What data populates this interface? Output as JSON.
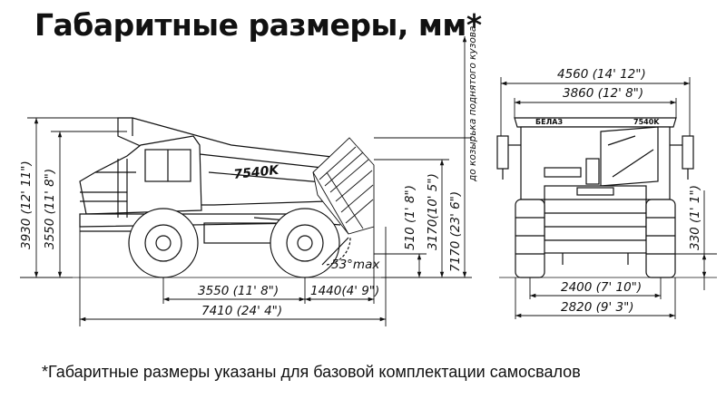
{
  "title": "Габаритные размеры, мм*",
  "footnote": "*Габаритные размеры указаны для базовой комплектации самосвалов",
  "side_view": {
    "model_label": "7540K",
    "dimensions": {
      "overall_height": "3930 (12' 11\")",
      "cab_height": "3550 (11' 8\")",
      "wheelbase": "3550 (11' 8\")",
      "rear_overhang": "1440(4' 9\")",
      "overall_length": "7410 (24' 4\")",
      "ground_clearance_rear": "510 (1' 8\")",
      "body_height": "3170(10' 5\")",
      "raised_body_height": "7170 (23' 6\")",
      "raised_body_note": "до козырька поднятого кузова",
      "dump_angle": "53°max"
    }
  },
  "front_view": {
    "brand_label": "БЕЛАЗ",
    "model_label": "7540K",
    "dimensions": {
      "overall_width": "4560 (14' 12\")",
      "body_width": "3860 (12' 8\")",
      "front_track": "2400 (7' 10\")",
      "width_at_tires": "2820 (9' 3\")",
      "clearance_right": "330 (1' 1\")"
    }
  }
}
